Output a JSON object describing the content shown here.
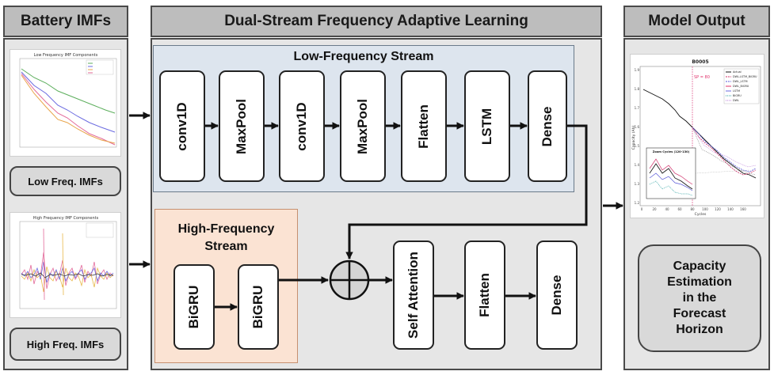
{
  "left_panel": {
    "title": "Battery IMFs",
    "low_label": "Low Freq. IMFs",
    "high_label": "High Freq. IMFs",
    "low_chart_title": "Low Frequency IMF Components",
    "high_chart_title": "High Frequency IMF Components"
  },
  "middle_panel": {
    "title": "Dual-Stream Frequency Adaptive Learning",
    "low_stream_title": "Low-Frequency Stream",
    "low_blocks": [
      "conv1D",
      "MaxPool",
      "conv1D",
      "MaxPool",
      "Flatten",
      "LSTM",
      "Dense"
    ],
    "high_stream_title_line1": "High-Frequency",
    "high_stream_title_line2": "Stream",
    "high_blocks": [
      "BiGRU",
      "BiGRU"
    ],
    "post_blocks": [
      "Self Attention",
      "Flatten",
      "Dense"
    ]
  },
  "right_panel": {
    "title": "Model Output",
    "chart_title": "B0005",
    "sp_label": "SP = 80",
    "zoom_label": "Zoom Cycles (120-130)",
    "x_axis_label": "Cycles",
    "y_axis_label": "Capacity (Ah)",
    "legend": [
      "Actual",
      "DWL-LSTM_BiGRU",
      "DWL_LSTM",
      "DWL_BiGRU",
      "LSTM",
      "BiGRU",
      "DWL"
    ],
    "output_line1": "Capacity",
    "output_line2": "Estimation",
    "output_line3": "in the",
    "output_line4": "Forecast",
    "output_line5": "Horizon"
  },
  "colors": {
    "panel_bg": "#e6e6e6",
    "header_bg": "#bdbdbd",
    "low_stream_bg": "#dde5ee",
    "high_stream_bg": "#fbe3d3"
  }
}
